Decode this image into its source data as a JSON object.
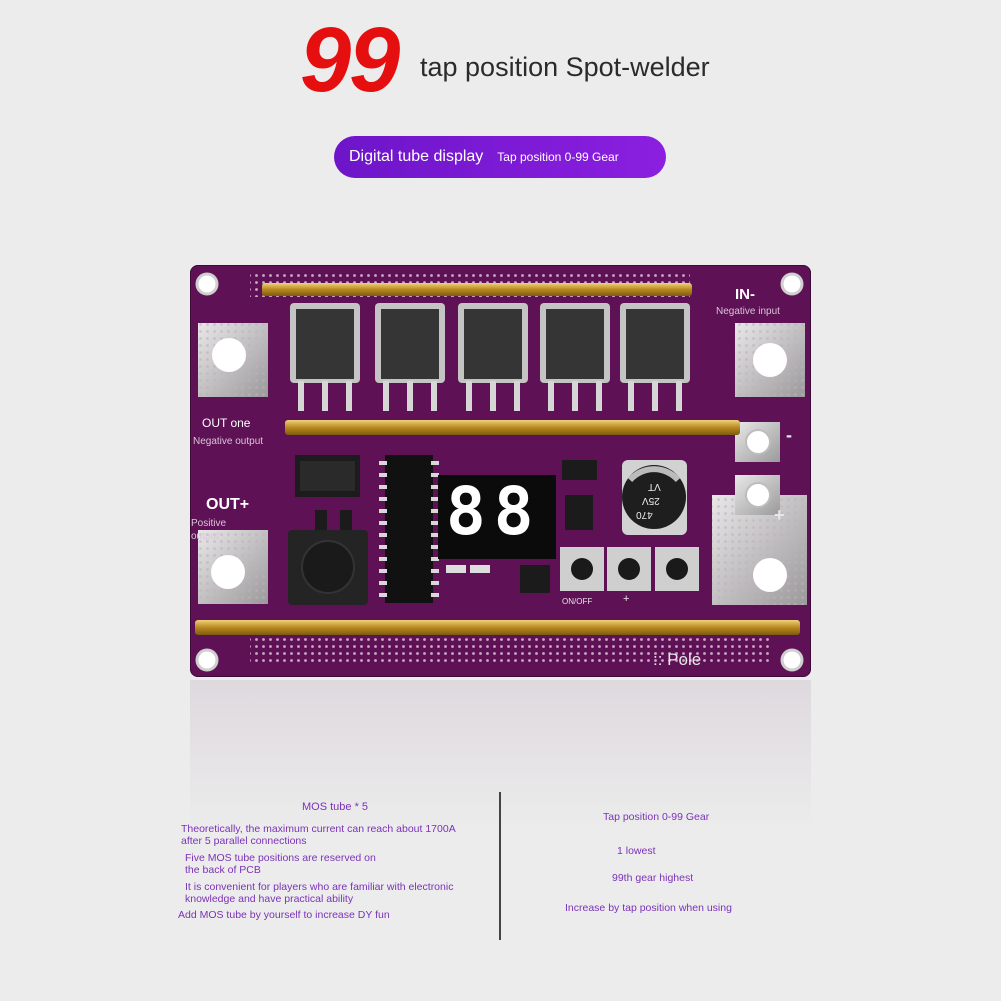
{
  "header": {
    "number": "99",
    "title": "tap position Spot-welder"
  },
  "badge": {
    "feature_main": "Digital tube display",
    "feature_sub": "Tap position 0-99 Gear"
  },
  "board": {
    "display_value": "88",
    "labels": {
      "in_minus": "IN-",
      "negative_input": "Negative input",
      "out_one": "OUT one",
      "negative_output": "Negative output",
      "out_plus": "OUT+",
      "positive": "Positive",
      "output": "output",
      "pole": ":: Pole",
      "minus_sign": "-",
      "plus_sign": "+",
      "cap_value": "470",
      "cap_voltage": "25V",
      "cap_vt": "VT",
      "on_off": "ON/OFF",
      "btn_plus": "+"
    },
    "colors": {
      "pcb": "#5e1255",
      "gold_bar": "#c9a23a",
      "mosfet": "#3b3b3b",
      "seven_segment": "#ffffff"
    }
  },
  "notes_left": {
    "heading": "MOS tube * 5",
    "line1": "Theoretically, the maximum current can reach about 1700A",
    "line2": "after 5 parallel connections",
    "line3": "Five MOS tube positions are reserved on",
    "line4": "the back of PCB",
    "line5": "It is convenient for players who are familiar with electronic",
    "line6": "knowledge and have practical ability",
    "line7": "Add MOS tube by yourself to increase DY fun"
  },
  "notes_right": {
    "heading": "Tap position 0-99 Gear",
    "line1": "1 lowest",
    "line2": "99th gear highest",
    "line3": "Increase by tap position when using"
  }
}
